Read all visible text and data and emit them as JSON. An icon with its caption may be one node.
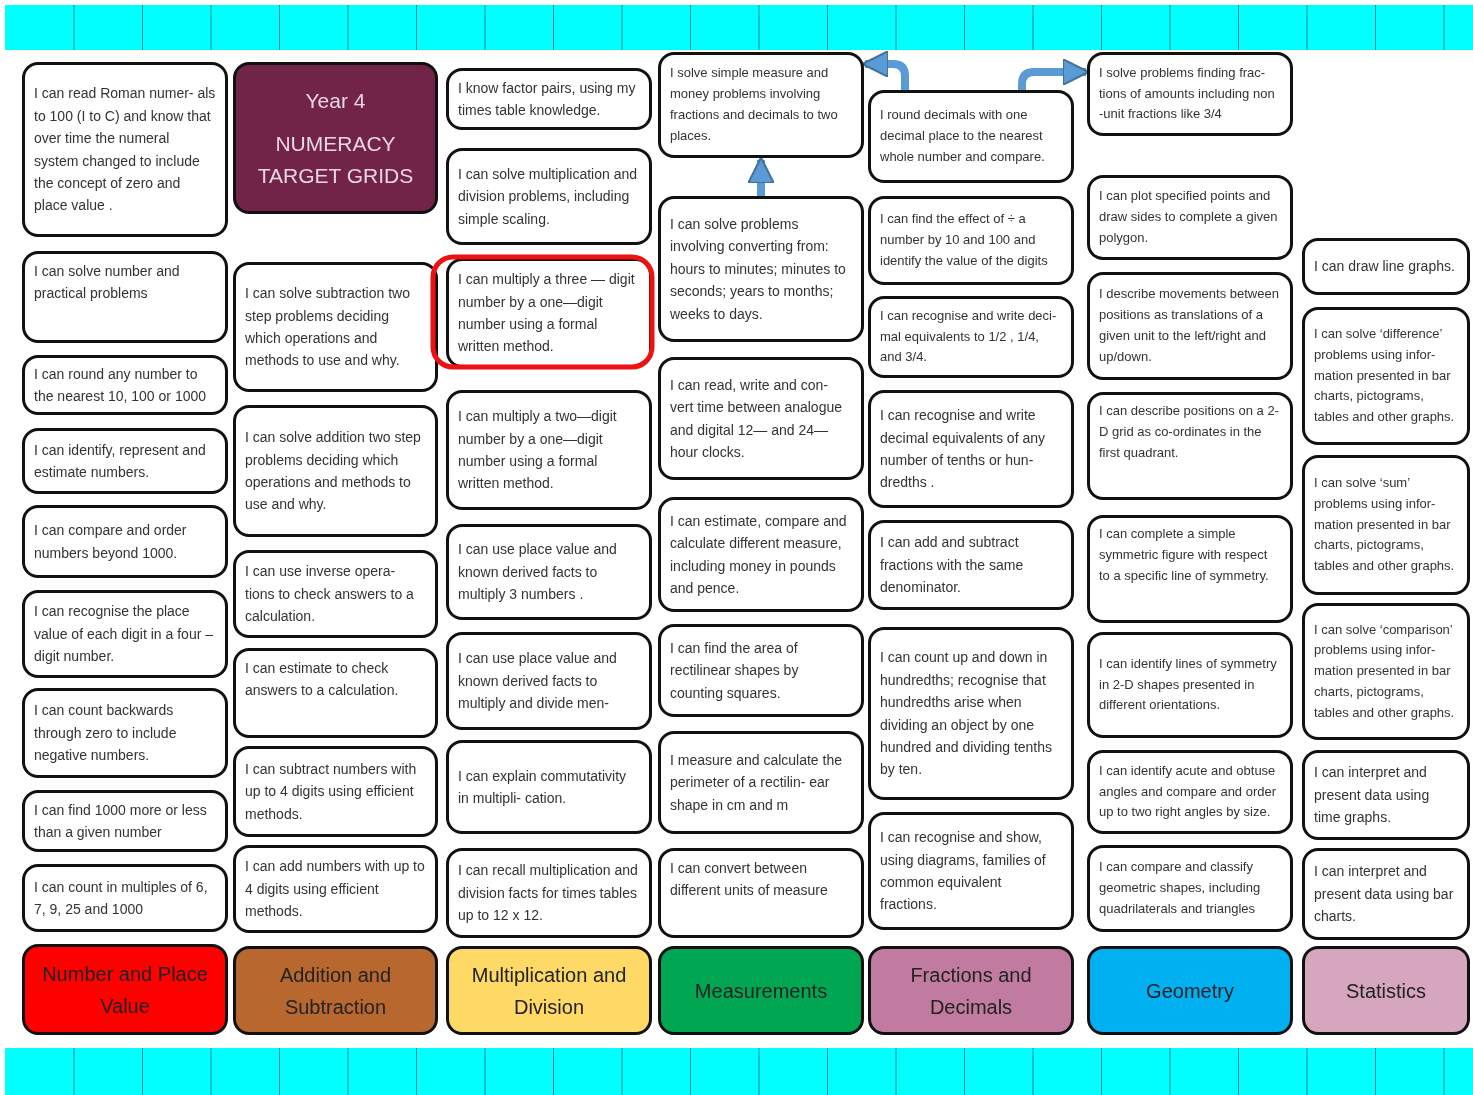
{
  "diagram": {
    "nodes": [
      {
        "text": [
          "I can read Roman numer- als to 100 (I to C) and know that over time the numeral system changed to include the concept of zero and place value ."
        ]
      },
      {
        "text": [
          "I can solve number and practical problems"
        ]
      },
      {
        "text": [
          "I can round any number to the nearest 10, 100 or 1000"
        ]
      },
      {
        "text": [
          "I can identify, represent and estimate numbers."
        ]
      },
      {
        "text": [
          "I can compare and order numbers beyond 1000."
        ]
      },
      {
        "text": [
          "I can recognise the place value of each digit in a four –digit number."
        ]
      },
      {
        "text": [
          "I can count backwards through zero to include negative numbers."
        ]
      },
      {
        "text": [
          "I can find 1000 more or less than a given number"
        ]
      },
      {
        "text": [
          "I can count in  multiples of 6, 7, 9, 25 and 1000"
        ]
      },
      {
        "text": [
          "Number and Place Value"
        ]
      },
      {
        "text": [
          "Year 4",
          "NUMERACY TARGET GRIDS"
        ]
      },
      {
        "text": [
          "I can solve subtraction two step problems deciding which operations and methods to use and why."
        ]
      },
      {
        "text": [
          "I can solve addition two step problems deciding which operations and methods to use and why."
        ]
      },
      {
        "text": [
          "I can use inverse opera- tions to check answers to a calculation."
        ]
      },
      {
        "text": [
          "I can estimate to check answers to a calculation."
        ]
      },
      {
        "text": [
          "I can subtract numbers with up to 4 digits using efficient methods."
        ]
      },
      {
        "text": [
          "I can add numbers with up to 4 digits using efficient methods."
        ]
      },
      {
        "text": [
          "Addition and Subtraction"
        ]
      },
      {
        "text": [
          "I know factor pairs, using my times table knowledge."
        ]
      },
      {
        "text": [
          "I can solve multiplication and division problems, including simple scaling."
        ]
      },
      {
        "text": [
          "I can multiply a three — digit number by a one—digit number using a formal written method."
        ]
      },
      {
        "text": [
          "I can multiply a two—digit number by a one—digit number using a formal written method."
        ]
      },
      {
        "text": [
          "I can use place value and known derived facts to multiply 3 numbers ."
        ]
      },
      {
        "text": [
          "I can use place value and known derived facts to multiply and divide men-"
        ]
      },
      {
        "text": [
          "I can explain commutativity in multipli- cation."
        ]
      },
      {
        "text": [
          "I can recall multiplication and division facts for times tables up to 12 x 12."
        ]
      },
      {
        "text": [
          "Multiplication and Division"
        ]
      },
      {
        "text": [
          "I solve simple measure and money problems involving fractions and decimals to two places."
        ]
      },
      {
        "text": [
          "I can solve problems involving converting from: hours to minutes; minutes to seconds; years to months; weeks to days."
        ]
      },
      {
        "text": [
          "I can read, write and con- vert time between analogue and digital 12— and 24—hour clocks."
        ]
      },
      {
        "text": [
          "I can estimate, compare and calculate different measure, including money in pounds and pence."
        ]
      },
      {
        "text": [
          "I can find the area of rectilinear shapes by counting squares."
        ]
      },
      {
        "text": [
          "I measure and calculate the perimeter  of a rectilin- ear shape in cm and m"
        ]
      },
      {
        "text": [
          "I can convert between different  units of measure"
        ]
      },
      {
        "text": [
          "Measurements"
        ]
      },
      {
        "text": [
          "I round decimals with one decimal place to the  nearest whole number and compare."
        ]
      },
      {
        "text": [
          "I can find the effect of ÷ a number by 10 and 100 and identify the value of the digits"
        ]
      },
      {
        "text": [
          "I can recognise and write deci- mal equivalents to 1/2 , 1/4, and 3/4."
        ]
      },
      {
        "text": [
          "I can recognise and write decimal equivalents of any number of tenths or hun- dredths ."
        ]
      },
      {
        "text": [
          "I can add and subtract fractions with the same denominator."
        ]
      },
      {
        "text": [
          "I can count up and down in hundredths; recognise that hundredths arise when dividing an object by one hundred  and dividing tenths by ten."
        ]
      },
      {
        "text": [
          "I can recognise and show, using diagrams, families of common equivalent fractions."
        ]
      },
      {
        "text": [
          "Fractions and Decimals"
        ]
      },
      {
        "text": [
          "I solve problems finding frac- tions of amounts including non -unit fractions like 3/4"
        ]
      },
      {
        "text": [
          "I can plot specified points and draw sides to complete a given polygon."
        ]
      },
      {
        "text": [
          "I describe movements between positions as translations of a given unit to the left/right and up/down."
        ]
      },
      {
        "text": [
          "I can describe positions on a 2-D grid as co-ordinates in the first quadrant."
        ]
      },
      {
        "text": [
          "I can complete a simple symmetric figure with respect to a specific line of symmetry."
        ]
      },
      {
        "text": [
          "I can identify lines of symmetry in 2-D shapes presented in different orientations."
        ]
      },
      {
        "text": [
          "I can identify acute and obtuse angles and compare and order up to two right angles by size."
        ]
      },
      {
        "text": [
          "I can compare and classify geometric shapes, including quadrilaterals and triangles"
        ]
      },
      {
        "text": [
          "Geometry"
        ]
      },
      {
        "text": [
          "I can draw line graphs."
        ]
      },
      {
        "text": [
          "I can solve ‘difference’ problems using infor- mation   presented in bar charts,  pictograms, tables and other graphs."
        ]
      },
      {
        "text": [
          "I can solve ‘sum’ problems using infor- mation   presented in bar charts,  pictograms, tables and other graphs."
        ]
      },
      {
        "text": [
          "I can solve ‘comparison’ problems using infor- mation   presented in bar charts,  pictograms, tables and other graphs."
        ]
      },
      {
        "text": [
          "I can interpret and present data using time graphs."
        ]
      },
      {
        "text": [
          "I can interpret and present data using bar charts."
        ]
      },
      {
        "text": [
          "Statistics"
        ]
      }
    ],
    "edges": [
      {
        "from": 28,
        "to": 27,
        "arrow": "to"
      },
      {
        "from": 35,
        "to": 27,
        "arrow": "to"
      },
      {
        "from": 35,
        "to": 43,
        "arrow": "to"
      }
    ]
  }
}
